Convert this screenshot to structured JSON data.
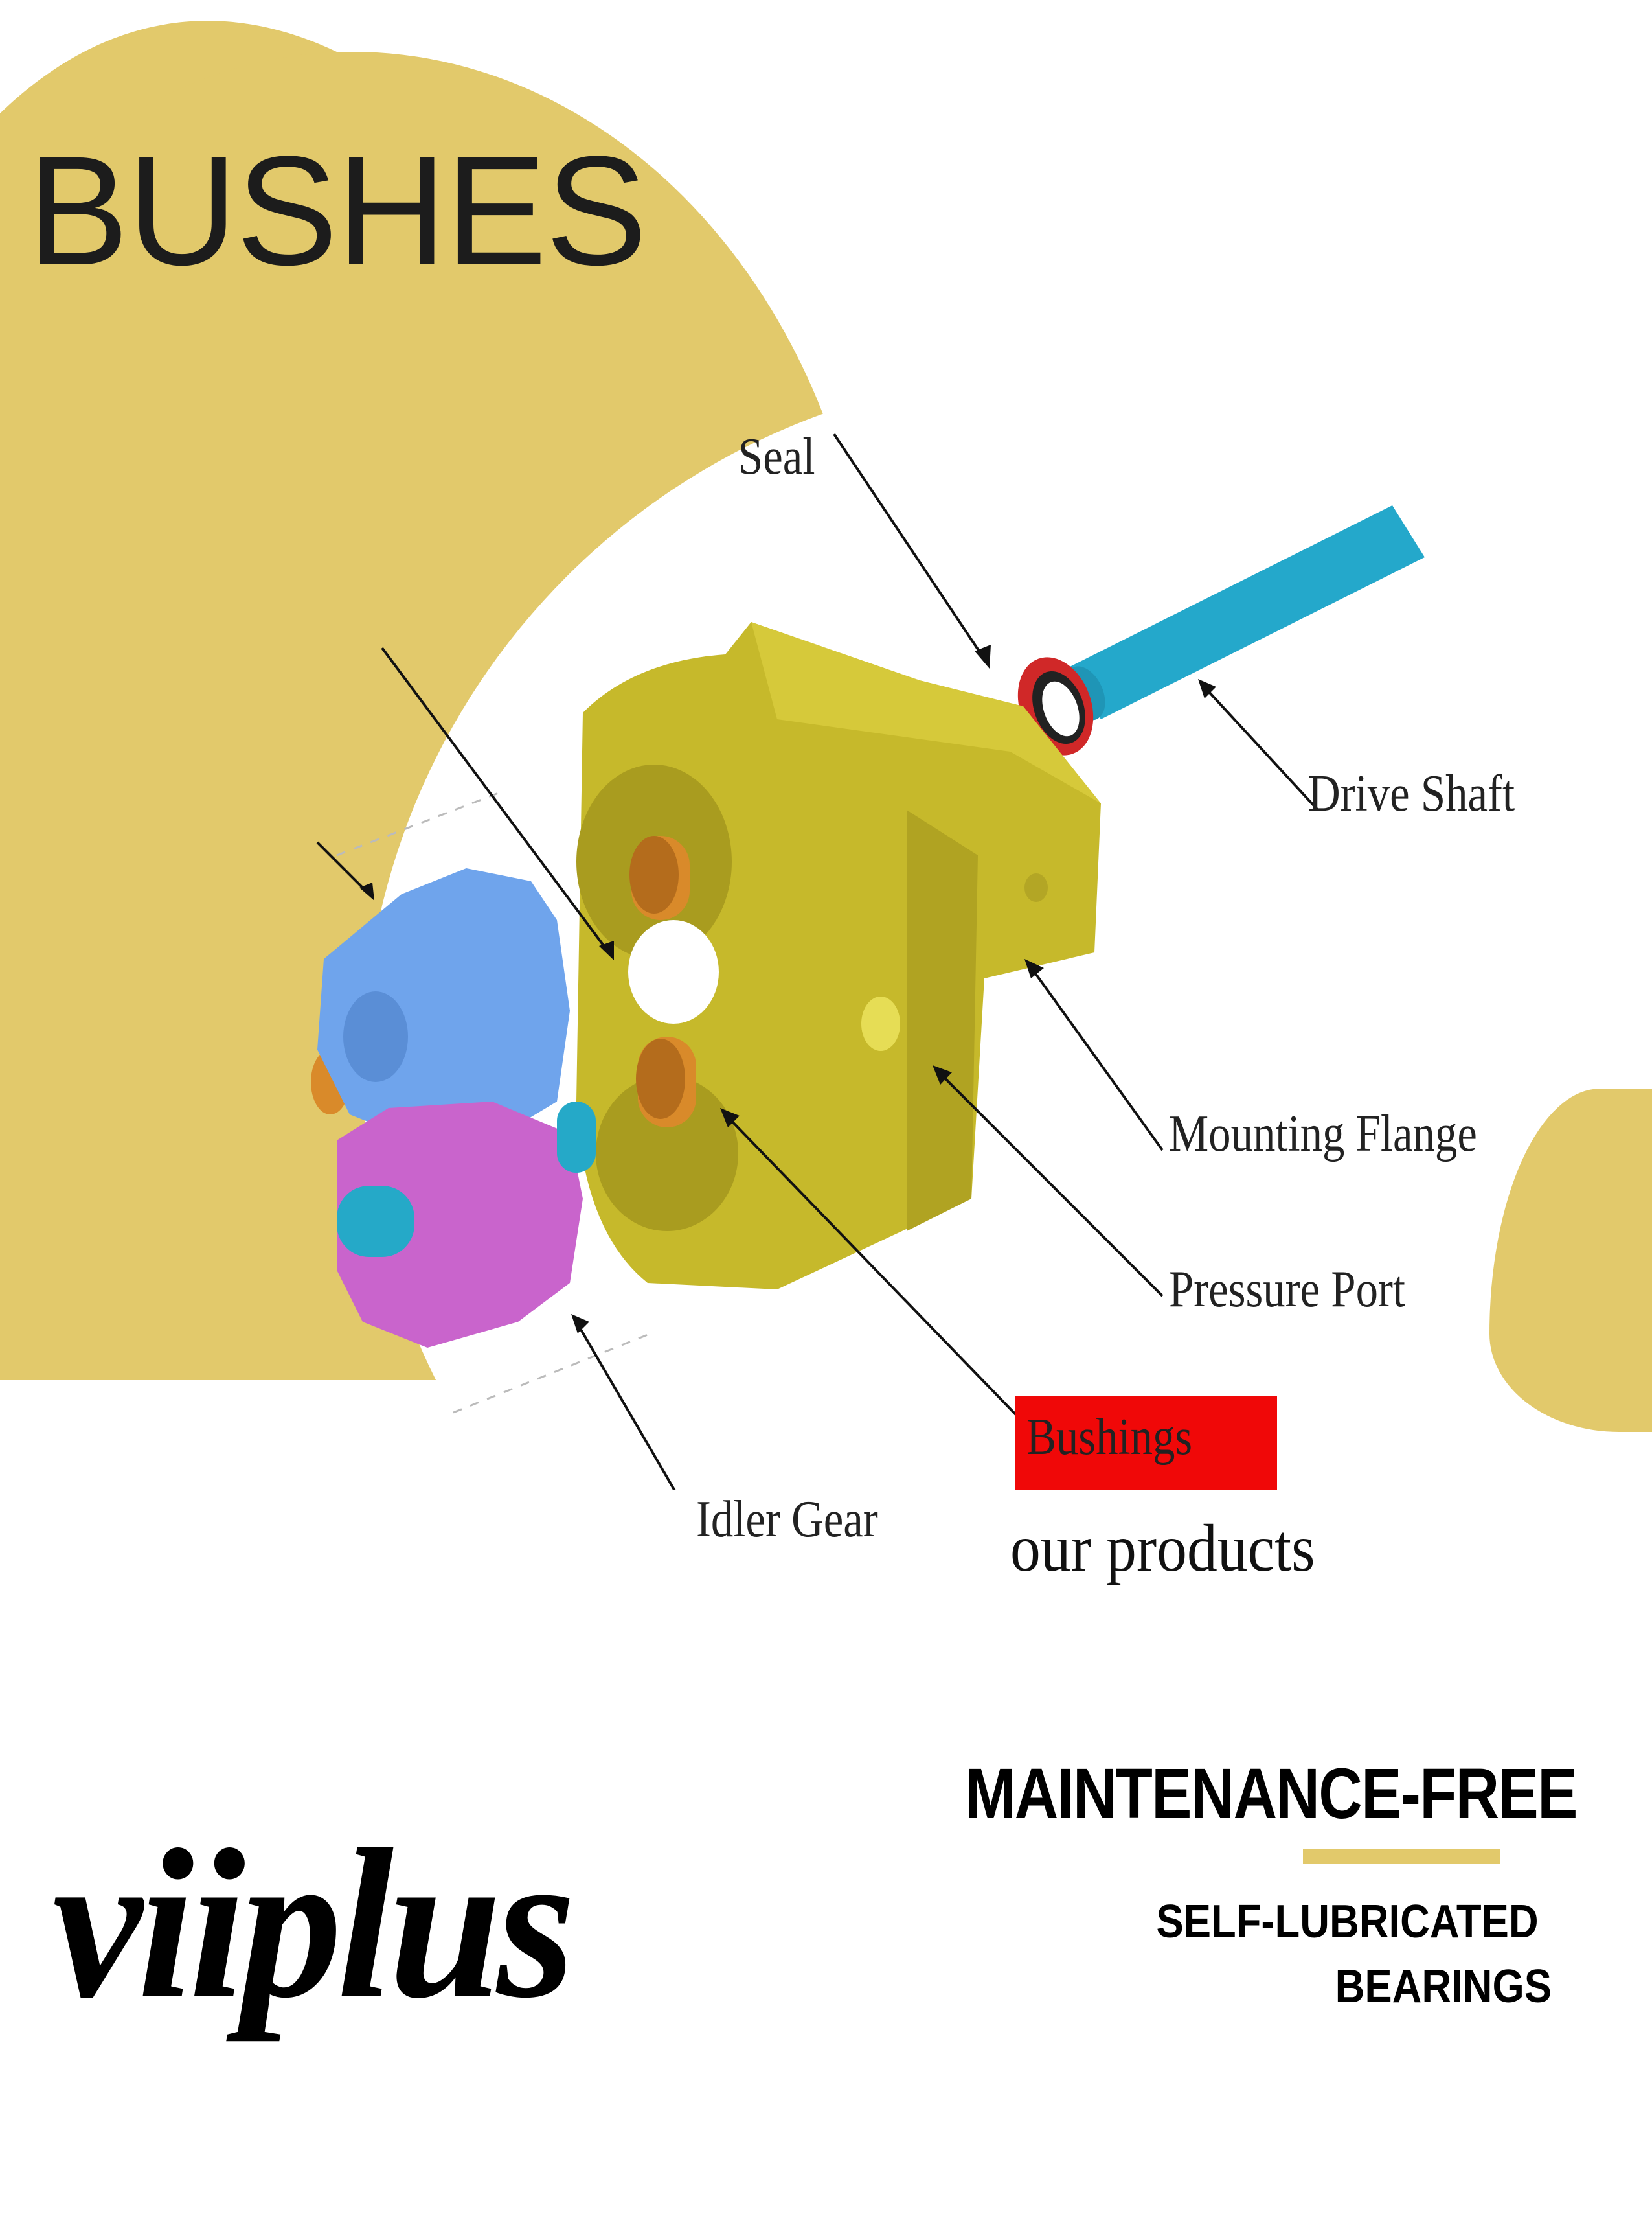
{
  "header": {
    "title": "BUSHES"
  },
  "diagram": {
    "labels": {
      "seal": "Seal",
      "drive_shaft": "Drive Shaft",
      "mounting_flange": "Mounting Flange",
      "pressure_port": "Pressure Port",
      "bushings": "Bushings",
      "idler_gear": "Idler Gear"
    },
    "caption": "our products",
    "colors": {
      "housing": "#c8bb2c",
      "drive_gear": "#6fa6ee",
      "idler_gear": "#cc66cc",
      "shaft": "#25a9c8",
      "seal": "#d22a2a",
      "bushing": "#d98a2a",
      "highlight": "#f00808"
    }
  },
  "brand": {
    "logo": "viiplus"
  },
  "tagline": {
    "main": "MAINTENANCE-FREE",
    "sub_line1": "SELF-LUBRICATED",
    "sub_line2": "BEARINGS"
  },
  "theme": {
    "accent": "#e2c96b",
    "text": "#1c1c1c",
    "background": "#ffffff"
  }
}
